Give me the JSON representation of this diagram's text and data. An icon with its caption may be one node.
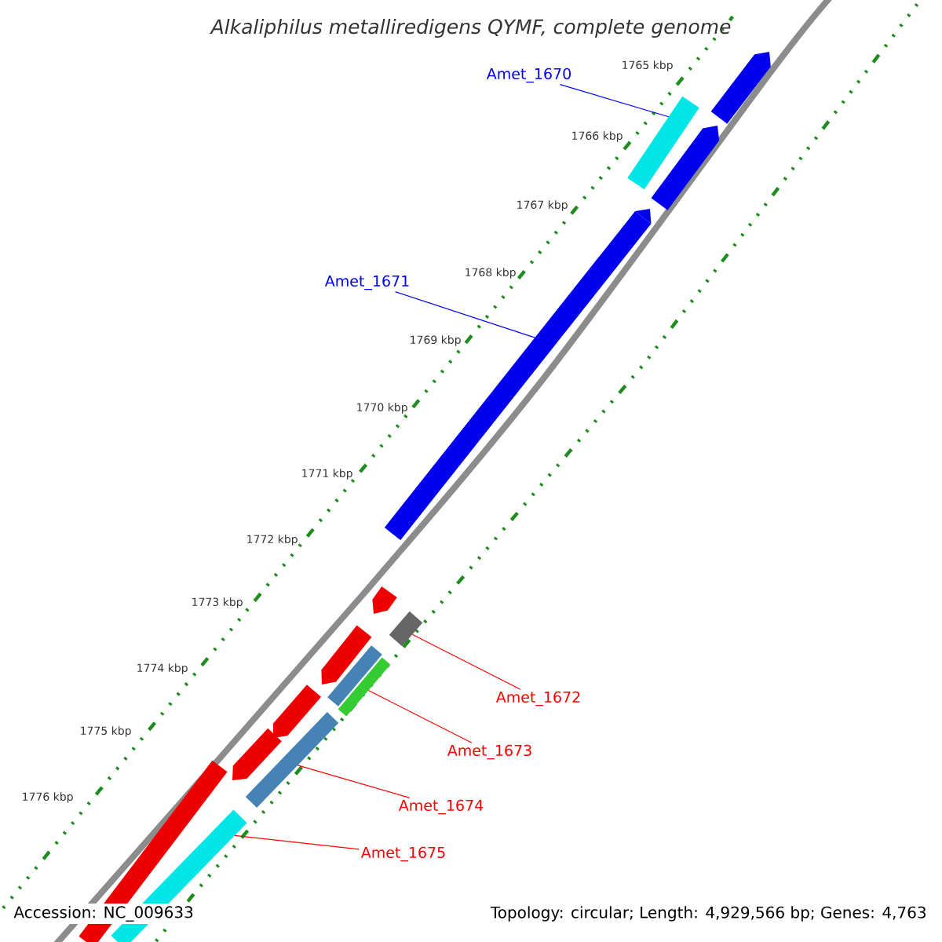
{
  "diagram": {
    "title": "Alkaliphilus metalliredigens QYMF, complete genome",
    "nodes": [
      {
        "text": [
          "Amet_1670"
        ]
      },
      {
        "text": [],
        "shape": "bar"
      },
      {
        "text": [
          "Amet_1671"
        ]
      },
      {
        "text": [],
        "shape": "bar"
      },
      {
        "text": [
          "Amet_1672"
        ]
      },
      {
        "text": [],
        "shape": "bar"
      },
      {
        "text": [
          "Amet_1673"
        ]
      },
      {
        "text": [],
        "shape": "bar"
      },
      {
        "text": [
          "Amet_1674"
        ]
      },
      {
        "text": [],
        "shape": "bar"
      },
      {
        "text": [
          "Amet_1675"
        ]
      },
      {
        "text": [],
        "shape": "bar"
      }
    ],
    "edges": [
      {
        "from": 0,
        "to": 1,
        "arrow": "none",
        "color": "#0000ff"
      },
      {
        "from": 2,
        "to": 3,
        "arrow": "none",
        "color": "#0000ff"
      },
      {
        "from": 4,
        "to": 5,
        "arrow": "none"
      },
      {
        "from": 6,
        "to": 7,
        "arrow": "none"
      },
      {
        "from": 8,
        "to": 9,
        "arrow": "none"
      },
      {
        "from": 10,
        "to": 11,
        "arrow": "none"
      }
    ],
    "labels": [
      "1765 kbp",
      "1766 kbp",
      "1767 kbp",
      "1768 kbp",
      "1769 kbp",
      "1770 kbp",
      "1771 kbp",
      "1772 kbp",
      "1773 kbp",
      "1774 kbp",
      "1775 kbp",
      "1776 kbp",
      "Accession: NC_009633",
      "Topology: circular; Length: 4,929,566 bp; Genes: 4,763"
    ]
  }
}
